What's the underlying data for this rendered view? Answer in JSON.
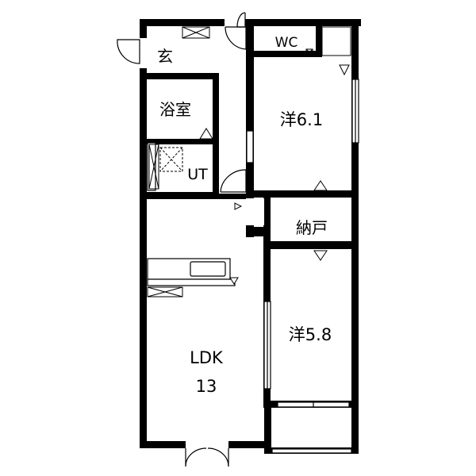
{
  "rooms": {
    "entrance": "玄",
    "wc": "WC",
    "bath": "浴室",
    "utility": "UT",
    "western1": "洋6.1",
    "storage": "納戸",
    "western2": "洋5.8",
    "ldk_name": "LDK",
    "ldk_size": "13"
  }
}
